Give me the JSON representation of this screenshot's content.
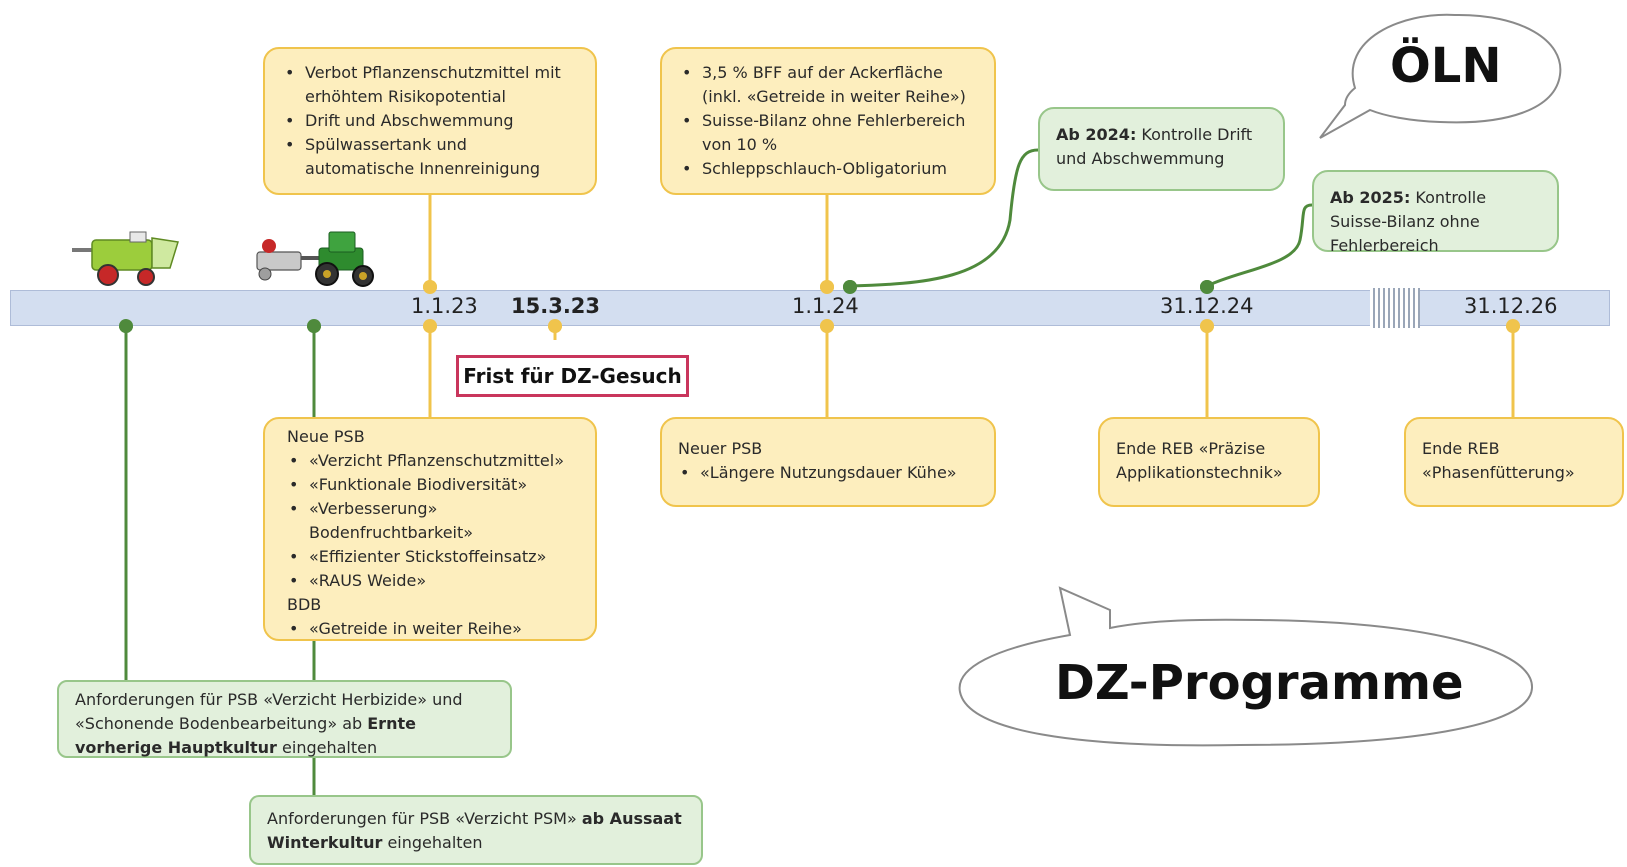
{
  "dates": {
    "d1": "1.1.23",
    "d2": "15.3.23",
    "d3": "1.1.24",
    "d4": "31.12.24",
    "d5": "31.12.26"
  },
  "deadline_label": "Frist für DZ-Gesuch",
  "bubbles": {
    "oln": "ÖLN",
    "dz": "DZ-Programme"
  },
  "boxes": {
    "top1": [
      "Verbot Pflanzenschutzmittel mit erhöhtem Risikopotential",
      "Drift und Abschwemmung",
      "Spülwassertank und automatische Innenreinigung"
    ],
    "top2": [
      "3,5 % BFF auf der Ackerfläche (inkl. «Getreide in weiter Reihe»)",
      "Suisse-Bilanz ohne Fehlerbereich von 10 %",
      "Schleppschlauch-Obligatorium"
    ],
    "green_2024": {
      "bold": "Ab 2024:",
      "text": " Kontrolle Drift und Abschwemmung"
    },
    "green_2025": {
      "bold": "Ab 2025:",
      "text": " Kontrolle Suisse-Bilanz ohne Fehlerbereich"
    },
    "bottom1": {
      "header1": "Neue PSB",
      "items1": [
        "«Verzicht Pflanzenschutzmittel»",
        "«Funktionale Biodiversität»",
        "«Verbesserung» Bodenfruchtbarkeit»",
        "«Effizienter Stickstoffeinsatz»",
        "«RAUS Weide»"
      ],
      "header2": "BDB",
      "items2": [
        "«Getreide in weiter Reihe»"
      ]
    },
    "bottom2": {
      "header": "Neuer PSB",
      "items": [
        "«Längere Nutzungsdauer Kühe»"
      ]
    },
    "bottom3": {
      "text": "Ende REB «Präzise Applikationstechnik»"
    },
    "bottom4": {
      "text": "Ende REB «Phasenfütterung»"
    },
    "green_harvest": {
      "t1": "Anforderungen für PSB «Verzicht Herbizide» und «Schonende Bodenbearbeitung» ab ",
      "b1": "Ernte vorherige Hauptkultur",
      "t2": " eingehalten"
    },
    "green_sowing": {
      "t1": "Anforderungen für PSB «Verzicht PSM» ",
      "b1": "ab Aussaat Winterkultur",
      "t2": " eingehalten"
    }
  },
  "colors": {
    "yellow_fill": "#fdeebe",
    "yellow_line": "#f0c44c",
    "green_fill": "#e2f0dc",
    "green_line": "#4f8a3c",
    "timeline": "#d3def0",
    "deadline_border": "#c9355c"
  },
  "icons": {
    "harvester": "combine-harvester-icon",
    "tractor": "tractor-seeder-icon"
  }
}
